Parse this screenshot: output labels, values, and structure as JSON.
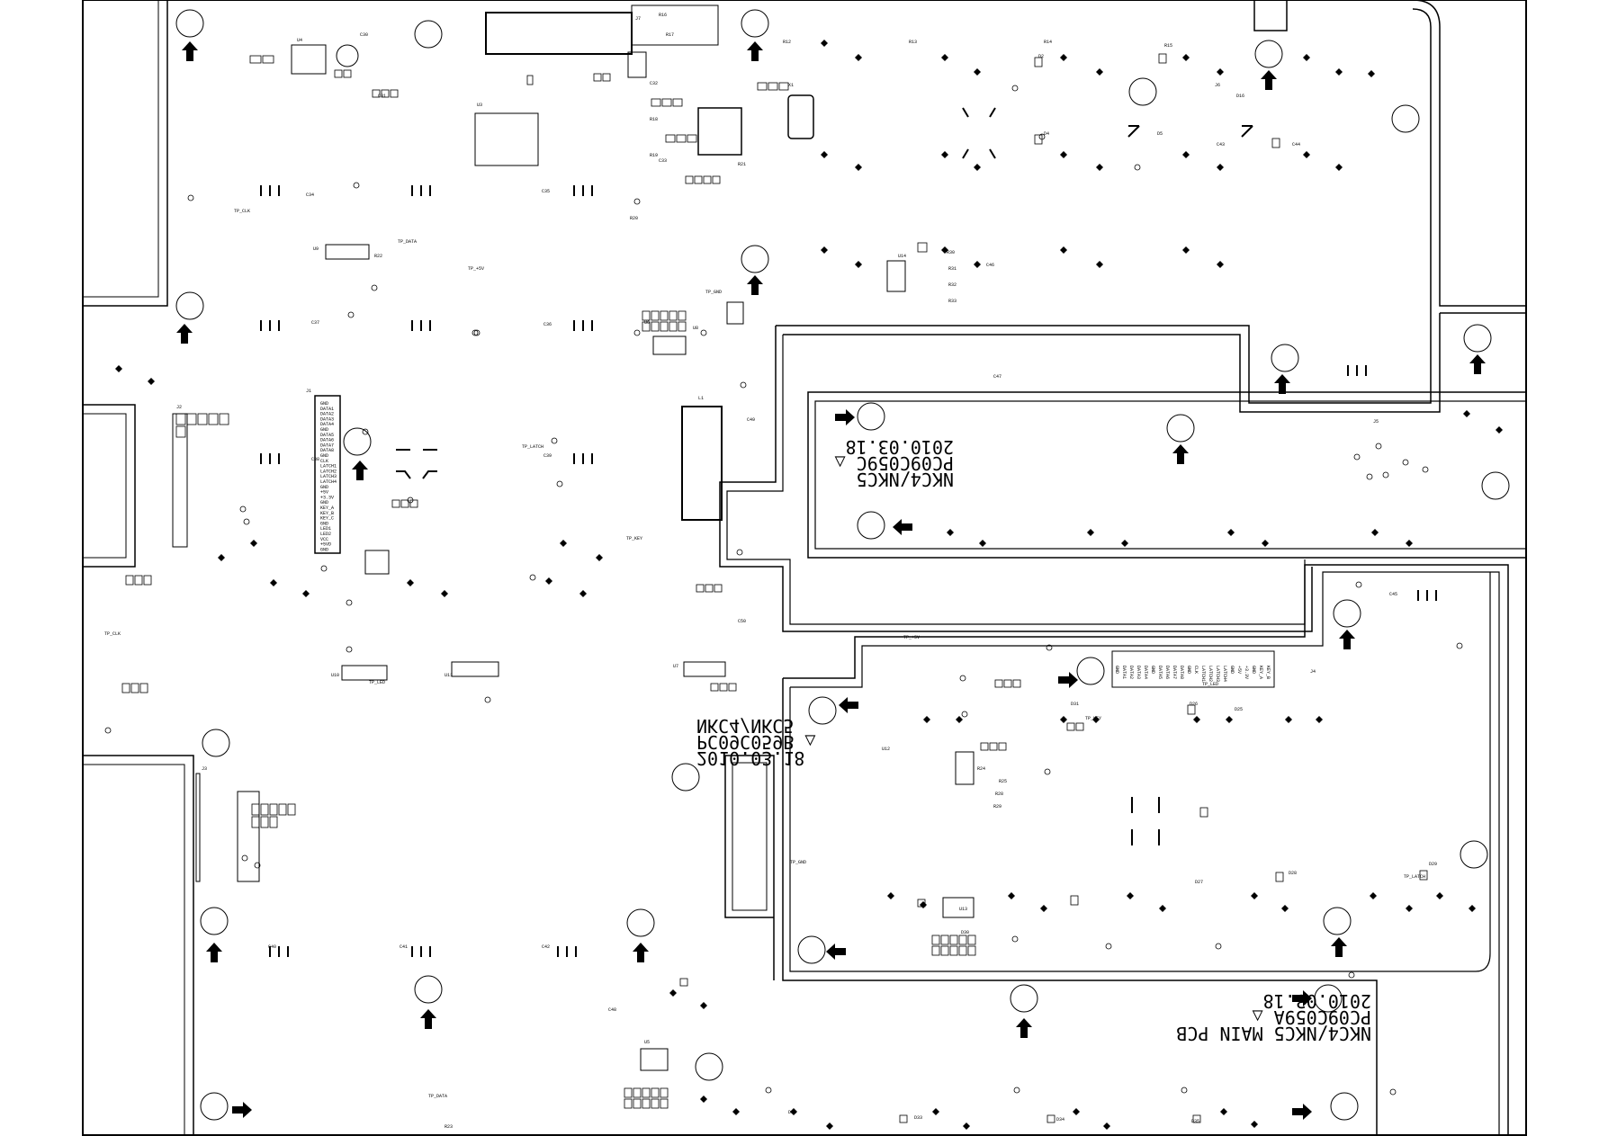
{
  "board": {
    "title_lines": [
      "NKC4/NKC5 MAIN PCB",
      "PC09C059A △",
      "2010.03.18"
    ],
    "upper_marking": [
      "NKC4/NKC5",
      "PC09C059C △",
      "2010.03.18"
    ],
    "lower_marking": [
      "2010.03.18",
      "PC09C059B △",
      "NKC4/NKC5"
    ]
  },
  "components": {
    "ics": [
      "U4",
      "U3",
      "U5",
      "U8",
      "U9",
      "U10",
      "U11",
      "U12",
      "U13",
      "U14",
      "U7",
      "U6",
      "L1",
      "X1"
    ],
    "connectors": [
      "J1",
      "J2",
      "J3",
      "J4",
      "J5",
      "J6",
      "J7"
    ],
    "capacitors": [
      "C30",
      "C31",
      "C32",
      "C33",
      "C34",
      "C35",
      "C36",
      "C37",
      "C38",
      "C39",
      "C40",
      "C41",
      "C42",
      "C43",
      "C44",
      "C45",
      "C46",
      "C47",
      "C48",
      "C49",
      "C50"
    ],
    "resistors": [
      "R12",
      "R13",
      "R14",
      "R15",
      "R16",
      "R17",
      "R18",
      "R19",
      "R20",
      "R21",
      "R22",
      "R23",
      "R24",
      "R25",
      "R28",
      "R29",
      "R30",
      "R31",
      "R32",
      "R33"
    ],
    "diodes": [
      "D2",
      "D4",
      "D5",
      "D16",
      "D25",
      "D26",
      "D27",
      "D28",
      "D29",
      "D30",
      "D31",
      "D32",
      "D33",
      "D34",
      "D35"
    ]
  },
  "connector_pins": [
    "GND",
    "DATA1",
    "DATA2",
    "DATA3",
    "DATA4",
    "GND",
    "DATA5",
    "DATA6",
    "DATA7",
    "DATA8",
    "GND",
    "CLK",
    "LATCH1",
    "LATCH2",
    "LATCH3",
    "LATCH4",
    "GND",
    "+5V",
    "+3.3V",
    "GND",
    "KEY_A",
    "KEY_B",
    "KEY_C",
    "GND",
    "LED1",
    "LED2",
    "VCC",
    "+5VD",
    "GND"
  ],
  "test_points": [
    "TP_CLK",
    "TP_DATA",
    "TP_+5V",
    "TP_GND",
    "TP_LATCH",
    "TP_KEY",
    "TP_LED"
  ],
  "colors": {
    "trace": "#000000",
    "background": "#ffffff"
  }
}
